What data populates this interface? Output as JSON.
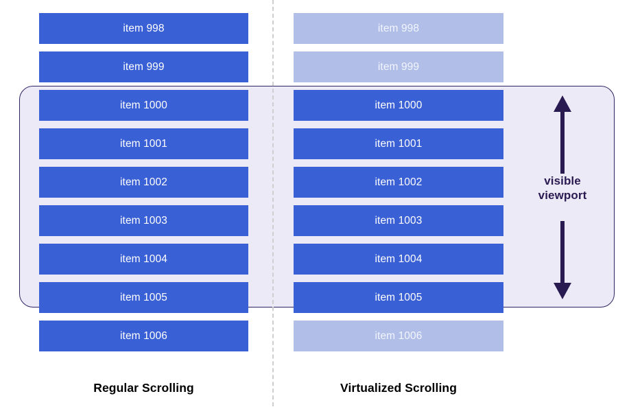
{
  "diagram": {
    "colors": {
      "active_bar": "#3a60d5",
      "faded_bar": "#b1bfe8",
      "active_text": "#ffffff",
      "faded_text": "#f2f5fd",
      "viewport_fill": "#edeaf7",
      "viewport_border": "#2f2060",
      "annotation": "#2a1a52",
      "divider": "#cfcfcf",
      "caption": "#000000",
      "background": "#ffffff"
    },
    "left_column": {
      "caption": "Regular Scrolling",
      "items": [
        {
          "label": "item 998",
          "state": "rendered",
          "in_viewport": false
        },
        {
          "label": "item 999",
          "state": "rendered",
          "in_viewport": false
        },
        {
          "label": "item 1000",
          "state": "rendered",
          "in_viewport": true
        },
        {
          "label": "item 1001",
          "state": "rendered",
          "in_viewport": true
        },
        {
          "label": "item 1002",
          "state": "rendered",
          "in_viewport": true
        },
        {
          "label": "item 1003",
          "state": "rendered",
          "in_viewport": true
        },
        {
          "label": "item 1004",
          "state": "rendered",
          "in_viewport": true
        },
        {
          "label": "item 1005",
          "state": "rendered",
          "in_viewport": true
        },
        {
          "label": "item 1006",
          "state": "rendered",
          "in_viewport": false
        }
      ]
    },
    "right_column": {
      "caption": "Virtualized Scrolling",
      "items": [
        {
          "label": "item 998",
          "state": "virtualized",
          "in_viewport": false
        },
        {
          "label": "item 999",
          "state": "virtualized",
          "in_viewport": false
        },
        {
          "label": "item 1000",
          "state": "rendered",
          "in_viewport": true
        },
        {
          "label": "item 1001",
          "state": "rendered",
          "in_viewport": true
        },
        {
          "label": "item 1002",
          "state": "rendered",
          "in_viewport": true
        },
        {
          "label": "item 1003",
          "state": "rendered",
          "in_viewport": true
        },
        {
          "label": "item 1004",
          "state": "rendered",
          "in_viewport": true
        },
        {
          "label": "item 1005",
          "state": "rendered",
          "in_viewport": true
        },
        {
          "label": "item 1006",
          "state": "virtualized",
          "in_viewport": false
        }
      ]
    },
    "viewport_annotation": {
      "line1": "visible",
      "line2": "viewport",
      "arrow_up_icon": "arrow-up-icon",
      "arrow_down_icon": "arrow-down-icon"
    }
  }
}
